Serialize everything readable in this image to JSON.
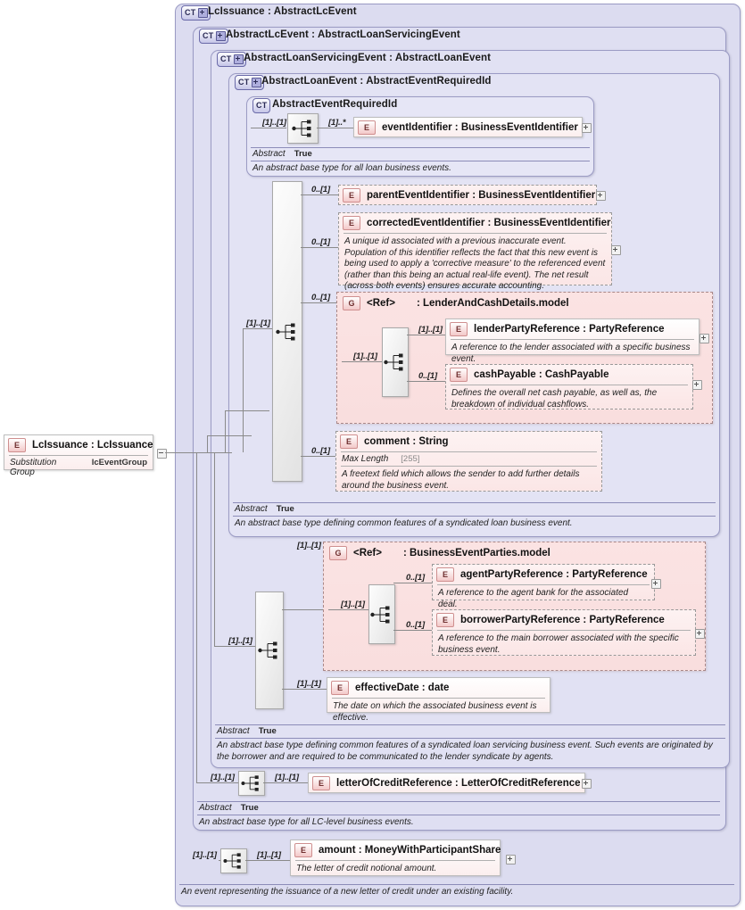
{
  "diagram": {
    "title": "LcIssuance : AbstractLcEvent",
    "root_element": {
      "badge": "E",
      "name": "LcIssuance : LcIssuance",
      "prop_key": "Substitution Group",
      "prop_value": "lcEventGroup"
    },
    "containers": [
      {
        "badge": "CT",
        "title": "LcIssuance : AbstractLcEvent",
        "abstract_key": "",
        "abstract_value": "",
        "doc": "An event representing the issuance of a new letter of credit under an existing facility."
      },
      {
        "badge": "CT",
        "title": "AbstractLcEvent : AbstractLoanServicingEvent",
        "abstract_key": "Abstract",
        "abstract_value": "True",
        "doc": "An abstract base type for all LC-level business events."
      },
      {
        "badge": "CT",
        "title": "AbstractLoanServicingEvent : AbstractLoanEvent",
        "abstract_key": "Abstract",
        "abstract_value": "True",
        "doc": "An abstract base type defining common features of a syndicated loan servicing business event. Such events are originated by the borrower and are required to be communicated to the lender syndicate by agents."
      },
      {
        "badge": "CT",
        "title": "AbstractLoanEvent : AbstractEventRequiredId",
        "abstract_key": "Abstract",
        "abstract_value": "True",
        "doc": "An abstract base type defining common features of a syndicated loan business event."
      },
      {
        "badge": "CT",
        "title": "AbstractEventRequiredId",
        "abstract_key": "Abstract",
        "abstract_value": "True",
        "doc": "An abstract base type for all loan business events."
      }
    ],
    "elements": {
      "eventIdentifier": {
        "badge": "E",
        "name": "eventIdentifier : BusinessEventIdentifier",
        "card_left": "[1]..[1]",
        "card_right": "[1]..*"
      },
      "parentEventIdentifier": {
        "badge": "E",
        "name": "parentEventIdentifier : BusinessEventIdentifier",
        "card": "0..[1]"
      },
      "correctedEventIdentifier": {
        "badge": "E",
        "name": "correctedEventIdentifier : BusinessEventIdentifier",
        "card": "0..[1]",
        "doc": "A unique id associated with a previous inaccurate event. Population of this identifier reflects the fact that this new event is being used to apply a 'corrective measure' to the referenced event (rather than this being an actual real-life event). The net result (across both events) ensures accurate accounting."
      },
      "lenderAndCashDetails": {
        "badge": "G",
        "ref": "<Ref>",
        "name": ": LenderAndCashDetails.model",
        "card_outer": "0..[1]",
        "card_inner": "[1]..[1]"
      },
      "lenderPartyReference": {
        "badge": "E",
        "name": "lenderPartyReference : PartyReference",
        "card": "[1]..[1]",
        "doc": "A reference to the lender associated with a specific business event."
      },
      "cashPayable": {
        "badge": "E",
        "name": "cashPayable : CashPayable",
        "card": "0..[1]",
        "doc": "Defines the overall net cash payable, as well as, the breakdown of individual cashflows."
      },
      "comment": {
        "badge": "E",
        "name": "comment : String",
        "card": "0..[1]",
        "prop_key": "Max Length",
        "prop_value": "[255]",
        "doc": "A freetext field which allows the sender to add further details around the business event."
      },
      "businessEventParties": {
        "badge": "G",
        "ref": "<Ref>",
        "name": ": BusinessEventParties.model",
        "card_outer": "[1]..[1]",
        "card_inner": "[1]..[1]"
      },
      "agentPartyReference": {
        "badge": "E",
        "name": "agentPartyReference : PartyReference",
        "card": "0..[1]",
        "doc": "A reference to the agent bank for the associated deal."
      },
      "borrowerPartyReference": {
        "badge": "E",
        "name": "borrowerPartyReference : PartyReference",
        "card": "0..[1]",
        "doc": "A reference to the main borrower associated with the specific business event."
      },
      "effectiveDate": {
        "badge": "E",
        "name": "effectiveDate : date",
        "card": "[1]..[1]",
        "doc": "The date on which the associated business event is effective."
      },
      "letterOfCreditReference": {
        "badge": "E",
        "name": "letterOfCreditReference : LetterOfCreditReference",
        "card_left": "[1]..[1]",
        "card_right": "[1]..[1]"
      },
      "amount": {
        "badge": "E",
        "name": "amount   : MoneyWithParticipantShare",
        "card_left": "[1]..[1]",
        "card_right": "[1]..[1]",
        "doc": "The letter of credit notional amount."
      },
      "outer_seq_cards": {
        "loanEvent_left": "[1]..[1]",
        "servicing_left": "[1]..[1]"
      }
    },
    "colors": {
      "container_border": "#9b9bc4",
      "container_fill": "#dcdcf0",
      "element_pink": "#fbeeee",
      "badge_pink": "#f3c8c8",
      "group_fill": "#fbe3e3",
      "connector": "#8a8a8a"
    }
  }
}
